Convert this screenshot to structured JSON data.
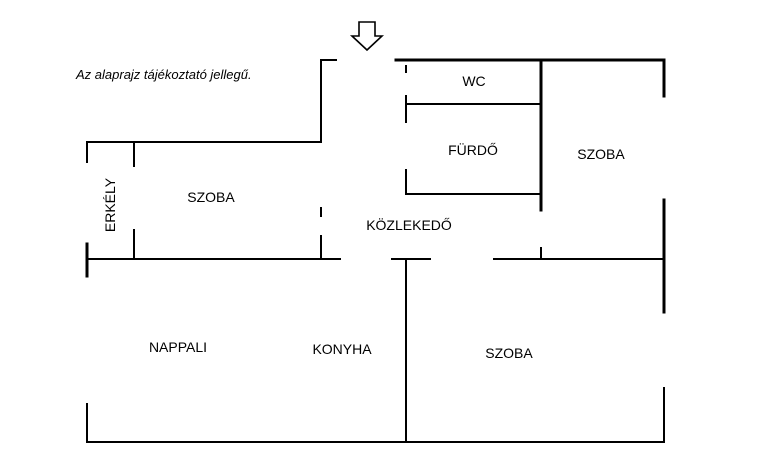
{
  "note": "Az alaprajz tájékoztató jellegű.",
  "rooms": {
    "wc": "WC",
    "furdo": "FÜRDŐ",
    "szoba_right_top": "SZOBA",
    "erkely": "ERKÉLY",
    "szoba_left": "SZOBA",
    "kozlekedo": "KÖZLEKEDŐ",
    "nappali": "NAPPALI",
    "konyha": "KONYHA",
    "szoba_bottom": "SZOBA"
  },
  "entrance_icon": "arrow-down-icon"
}
